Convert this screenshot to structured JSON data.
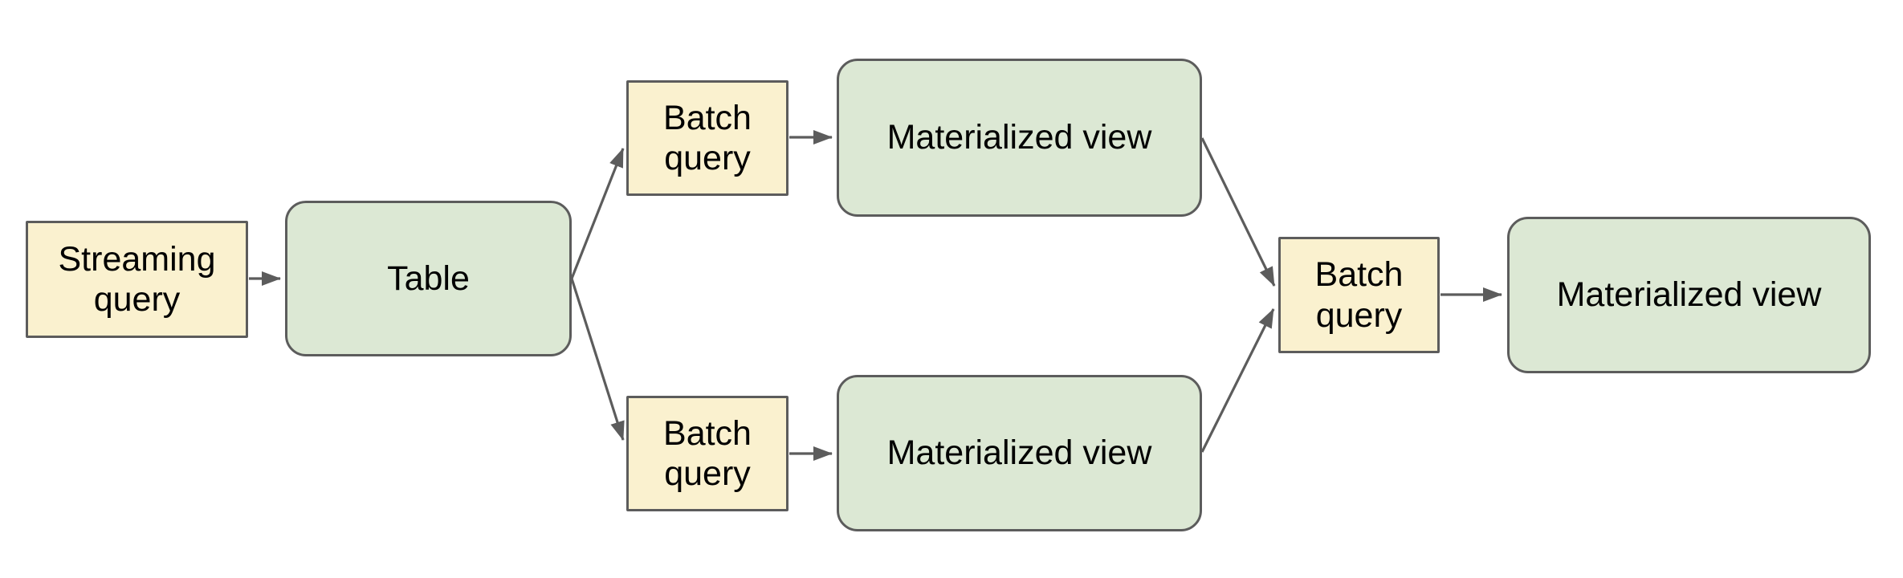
{
  "diagram": {
    "type": "flowchart",
    "colors": {
      "background": "#ffffff",
      "query_node_fill": "#faf1cf",
      "view_node_fill": "#dce8d4",
      "node_border": "#5c5c5c",
      "arrow_color": "#5c5c5c",
      "text_color": "#000000"
    },
    "nodes": {
      "streaming_query": {
        "label": "Streaming query",
        "kind": "query"
      },
      "table": {
        "label": "Table",
        "kind": "view"
      },
      "batch_query_top": {
        "label": "Batch query",
        "kind": "query"
      },
      "materialized_view_top": {
        "label": "Materialized view",
        "kind": "view"
      },
      "batch_query_bottom": {
        "label": "Batch query",
        "kind": "query"
      },
      "materialized_view_bottom": {
        "label": "Materialized view",
        "kind": "view"
      },
      "batch_query_final": {
        "label": "Batch query",
        "kind": "query"
      },
      "materialized_view_final": {
        "label": "Materialized view",
        "kind": "view"
      }
    },
    "edges": [
      {
        "from": "streaming_query",
        "to": "table"
      },
      {
        "from": "table",
        "to": "batch_query_top"
      },
      {
        "from": "table",
        "to": "batch_query_bottom"
      },
      {
        "from": "batch_query_top",
        "to": "materialized_view_top"
      },
      {
        "from": "batch_query_bottom",
        "to": "materialized_view_bottom"
      },
      {
        "from": "materialized_view_top",
        "to": "batch_query_final"
      },
      {
        "from": "materialized_view_bottom",
        "to": "batch_query_final"
      },
      {
        "from": "batch_query_final",
        "to": "materialized_view_final"
      }
    ]
  }
}
